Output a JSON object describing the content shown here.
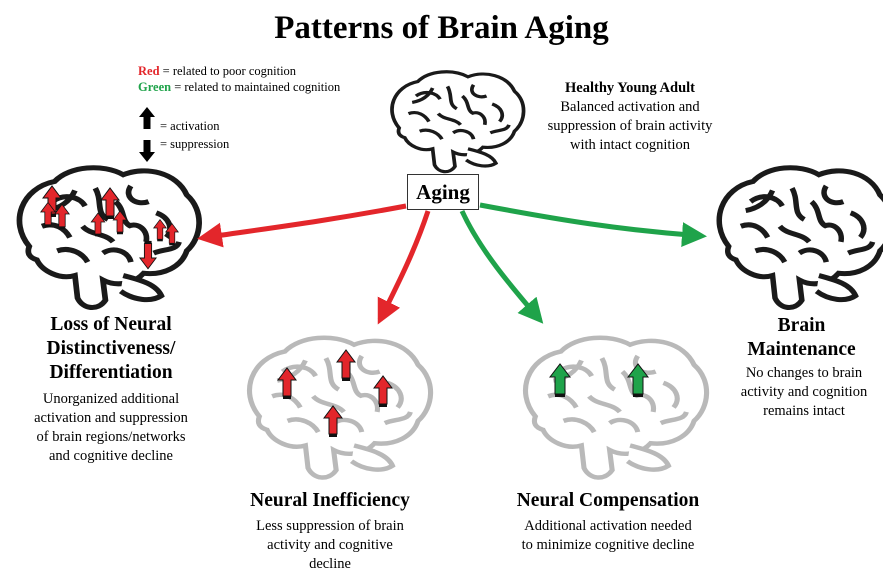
{
  "title": "Patterns of Brain Aging",
  "legend": {
    "red_word": "Red",
    "red_text": " = related to poor cognition",
    "green_word": "Green",
    "green_text": " = related to maintained cognition",
    "activation_text": "= activation",
    "suppression_text": "= suppression"
  },
  "center_box": "Aging",
  "young": {
    "heading": "Healthy Young Adult",
    "desc_lines": [
      "Balanced activation and",
      "suppression of brain activity",
      "with intact cognition"
    ]
  },
  "loss": {
    "heading_lines": [
      "Loss of Neural",
      "Distinctiveness/",
      "Differentiation"
    ],
    "desc_lines": [
      "Unorganized additional",
      "activation and suppression",
      "of brain regions/networks",
      "and cognitive decline"
    ]
  },
  "inefficiency": {
    "heading": "Neural Inefficiency",
    "desc_lines": [
      "Less suppression of brain",
      "activity and cognitive",
      "decline"
    ]
  },
  "compensation": {
    "heading": "Neural Compensation",
    "desc_lines": [
      "Additional activation needed",
      "to minimize cognitive decline"
    ]
  },
  "maintenance": {
    "heading_lines": [
      "Brain",
      "Maintenance"
    ],
    "desc_lines": [
      "No changes to brain",
      "activity and cognition",
      "remains intact"
    ]
  },
  "colors": {
    "red": "#e3262b",
    "green": "#1fa34a",
    "brain_dark": "#1a1a1a",
    "brain_faded": "#b9b9b9"
  }
}
